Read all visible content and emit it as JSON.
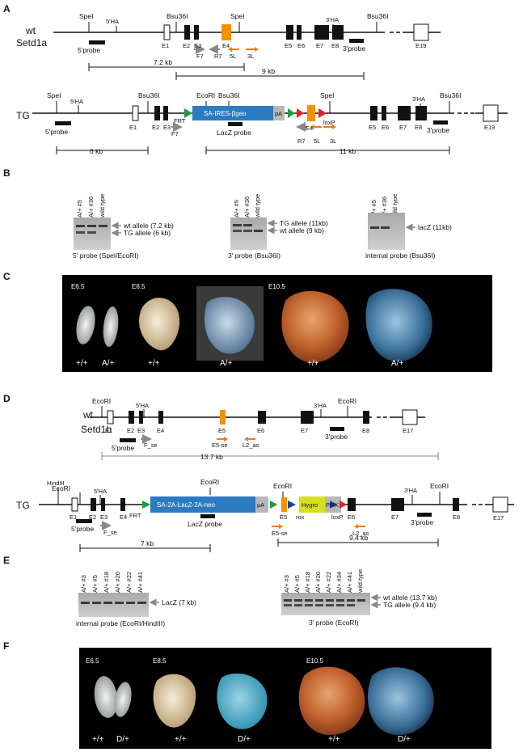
{
  "panels": {
    "a": "A",
    "b": "B",
    "c": "C",
    "d": "D",
    "e": "E",
    "f": "F"
  },
  "setd1a": {
    "wt_label1": "wt",
    "wt_label2": "Setd1a",
    "tg_label": "TG",
    "exons_wt": [
      "E1",
      "E2",
      "E3",
      "E4",
      "E5",
      "E6",
      "E7",
      "E8",
      "E19"
    ],
    "sites_wt": [
      "SpeI",
      "5'HA",
      "Bsu36I",
      "SpeI",
      "3'HA",
      "Bsu36I"
    ],
    "probes_wt": [
      "5'probe",
      "3'probe"
    ],
    "primers_wt": [
      "F7",
      "R7",
      "5L",
      "3L"
    ],
    "fragments_wt": [
      "7.2 kb",
      "9 kb"
    ],
    "exons_tg": [
      "E1",
      "E2",
      "E3",
      "E4",
      "E5",
      "E6",
      "E7",
      "E8",
      "E19"
    ],
    "sites_tg": [
      "SpeI",
      "5'HA",
      "Bsu36I",
      "EcoRI",
      "Bsu36I",
      "SpeI",
      "3'HA",
      "Bsu36I"
    ],
    "cassette": "SA-IRES-βgeo",
    "pa": "pA",
    "frt": "FRT",
    "loxp": "loxP",
    "probes_tg": [
      "5'probe",
      "LacZ probe",
      "3'probe"
    ],
    "primers_tg": [
      "F7",
      "R7",
      "5L",
      "3L"
    ],
    "fragments_tg": [
      "6 kb",
      "11 kb"
    ]
  },
  "blots_b": {
    "lanes": [
      "A/+ #5",
      "A/+ #36",
      "wild type"
    ],
    "blot1_bands": [
      "wt allele (7.2 kb)",
      "TG allele (6 kb)"
    ],
    "blot1_caption": "5' probe (SpeI/EcoRI)",
    "blot2_bands": [
      "TG allele (11kb)",
      "wt allele (9 kb)"
    ],
    "blot2_caption": "3' probe (Bsu36I)",
    "blot3_bands": [
      "lacZ (11kb)"
    ],
    "blot3_caption": "internal probe (Bsu36I)"
  },
  "embryos_c": {
    "stages": [
      "E6.5",
      "E8.5",
      "E10.5"
    ],
    "genotypes": [
      "+/+",
      "A/+",
      "+/+",
      "A/+",
      "+/+",
      "A/+"
    ]
  },
  "setd1b": {
    "wt_label1": "wt",
    "wt_label2": "Setd1b",
    "tg_label": "TG",
    "exons_wt": [
      "E1",
      "E2",
      "E3",
      "E4",
      "E5",
      "E6",
      "E7",
      "E8",
      "E17"
    ],
    "sites_wt": [
      "EcoRI",
      "5'HA",
      "3'HA",
      "EcoRI"
    ],
    "probes_wt": [
      "5'probe",
      "3'probe"
    ],
    "primers_wt": [
      "F_se",
      "E5-se",
      "L2_as"
    ],
    "fragments_wt": [
      "13.7 kb"
    ],
    "exons_tg": [
      "E1",
      "E2",
      "E3",
      "E4",
      "E5",
      "E6",
      "E7",
      "E8",
      "E17"
    ],
    "sites_tg": [
      "HindIII",
      "EcoRI",
      "5'HA",
      "EcoRI",
      "EcoRI",
      "3'HA",
      "EcoRI"
    ],
    "cassette": "SA-2A-LacZ-2A-neo",
    "pa": "pA",
    "hygro": "Hygro",
    "pgk": "PGK",
    "frt": "FRT",
    "rox": "rox",
    "loxp": "loxP",
    "probes_tg": [
      "5'probe",
      "LacZ probe",
      "3'probe"
    ],
    "primers_tg": [
      "F_se",
      "E5-se",
      "L2_as"
    ],
    "fragments_tg": [
      "7 kb",
      "9.4 kb"
    ]
  },
  "blots_e": {
    "lanes1": [
      "A/+ #3",
      "A/+ #5",
      "A/+ #18",
      "A/+ #20",
      "A/+ #22",
      "A/+ #41"
    ],
    "blot1_bands": [
      "LacZ (7 kb)"
    ],
    "blot1_caption": "internal probe (EcoRI/HindIII)",
    "lanes2": [
      "A/+ #3",
      "A/+ #5",
      "A/+ #18",
      "A/+ #20",
      "A/+ #22",
      "A/+ #34",
      "A/+ #41",
      "wild type"
    ],
    "blot2_bands": [
      "wt allele (13.7 kb)",
      "TG allele (9.4 kb)"
    ],
    "blot2_caption": "3' probe (EcoRI)"
  },
  "embryos_f": {
    "stages": [
      "E6.5",
      "E8.5",
      "E10.5"
    ],
    "genotypes": [
      "+/+",
      "D/+",
      "+/+",
      "D/+",
      "+/+",
      "D/+"
    ]
  },
  "colors": {
    "exon_orange": "#f39200",
    "cassette_blue": "#2b7bc0",
    "frt_green": "#1a9e3a",
    "loxp_red": "#e0202a",
    "primer_orange": "#f07a20",
    "primer_grey": "#888888",
    "hygro_yellow": "#d6e020",
    "pa_grey": "#b8b8b8"
  }
}
